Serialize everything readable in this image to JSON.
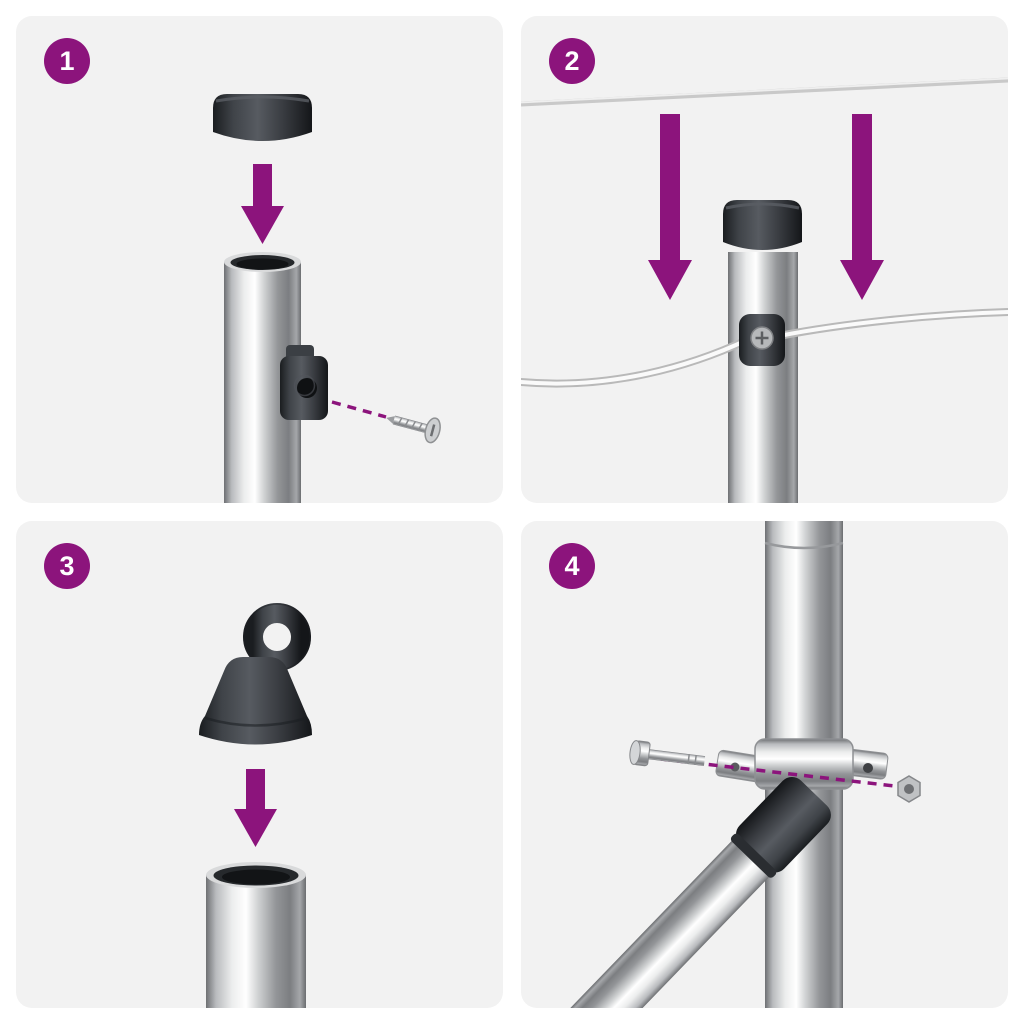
{
  "page": {
    "type": "product-assembly-instructions",
    "background": "#FFFFFF"
  },
  "colors": {
    "accent": "#8C147C",
    "panel_background": "#F2F2F2",
    "dark_plastic": "#33373C",
    "metal_chrome": "#C9CBCD",
    "wire": "#EDEDED"
  },
  "steps": [
    {
      "number": "1",
      "illustration": "place-round-cap-on-post-and-fix-screw-clamp",
      "icons": [
        "post-cap",
        "arrow-down-icon",
        "post",
        "screw-clamp",
        "screw-icon",
        "dashed-guide-line"
      ]
    },
    {
      "number": "2",
      "illustration": "lower-tension-wire-onto-capped-post-and-clip-wire",
      "icons": [
        "tension-wire",
        "arrow-down-icon",
        "arrow-down-icon",
        "post-cap",
        "post",
        "wire-clip"
      ]
    },
    {
      "number": "3",
      "illustration": "insert-eyelet-cap-into-open-post",
      "icons": [
        "eyelet-cap",
        "arrow-down-icon",
        "post"
      ]
    },
    {
      "number": "4",
      "illustration": "bolt-brace-clamp-around-post",
      "icons": [
        "post",
        "brace-post",
        "clamp-strap",
        "bolt-icon",
        "nut-icon",
        "dashed-guide-line"
      ]
    }
  ]
}
